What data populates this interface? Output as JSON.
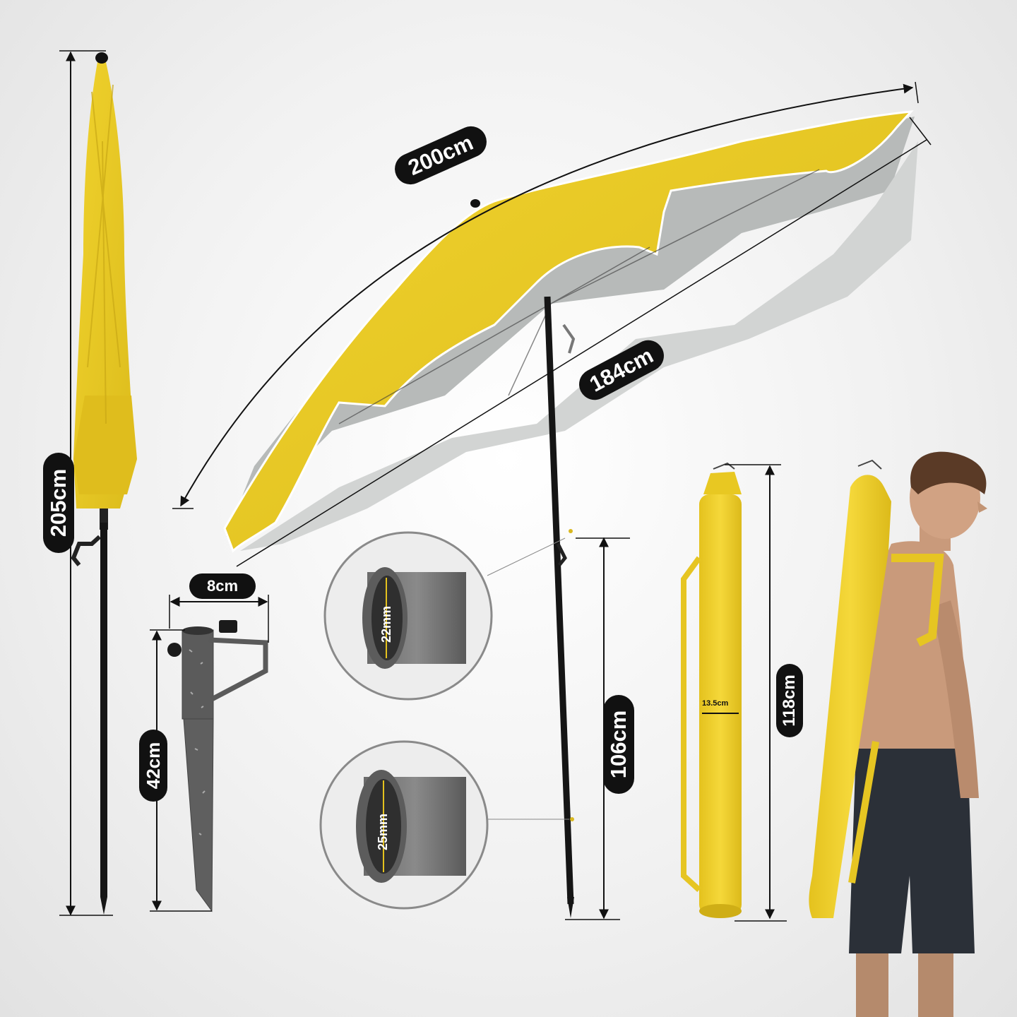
{
  "labels": {
    "closed_height": "205cm",
    "canopy_arc": "200cm",
    "canopy_span": "184cm",
    "base_width": "8cm",
    "base_height": "42cm",
    "tube_upper": "22mm",
    "tube_lower": "25mm",
    "lower_pole": "106cm",
    "bag_width": "13.5cm",
    "bag_length": "118cm"
  },
  "colors": {
    "canopy": "#e8c723",
    "canopy_shadow": "#d4b21a",
    "lining": "#b9bcbb",
    "pole": "#151515",
    "bag": "#f0d02c",
    "pill": "#111111"
  }
}
